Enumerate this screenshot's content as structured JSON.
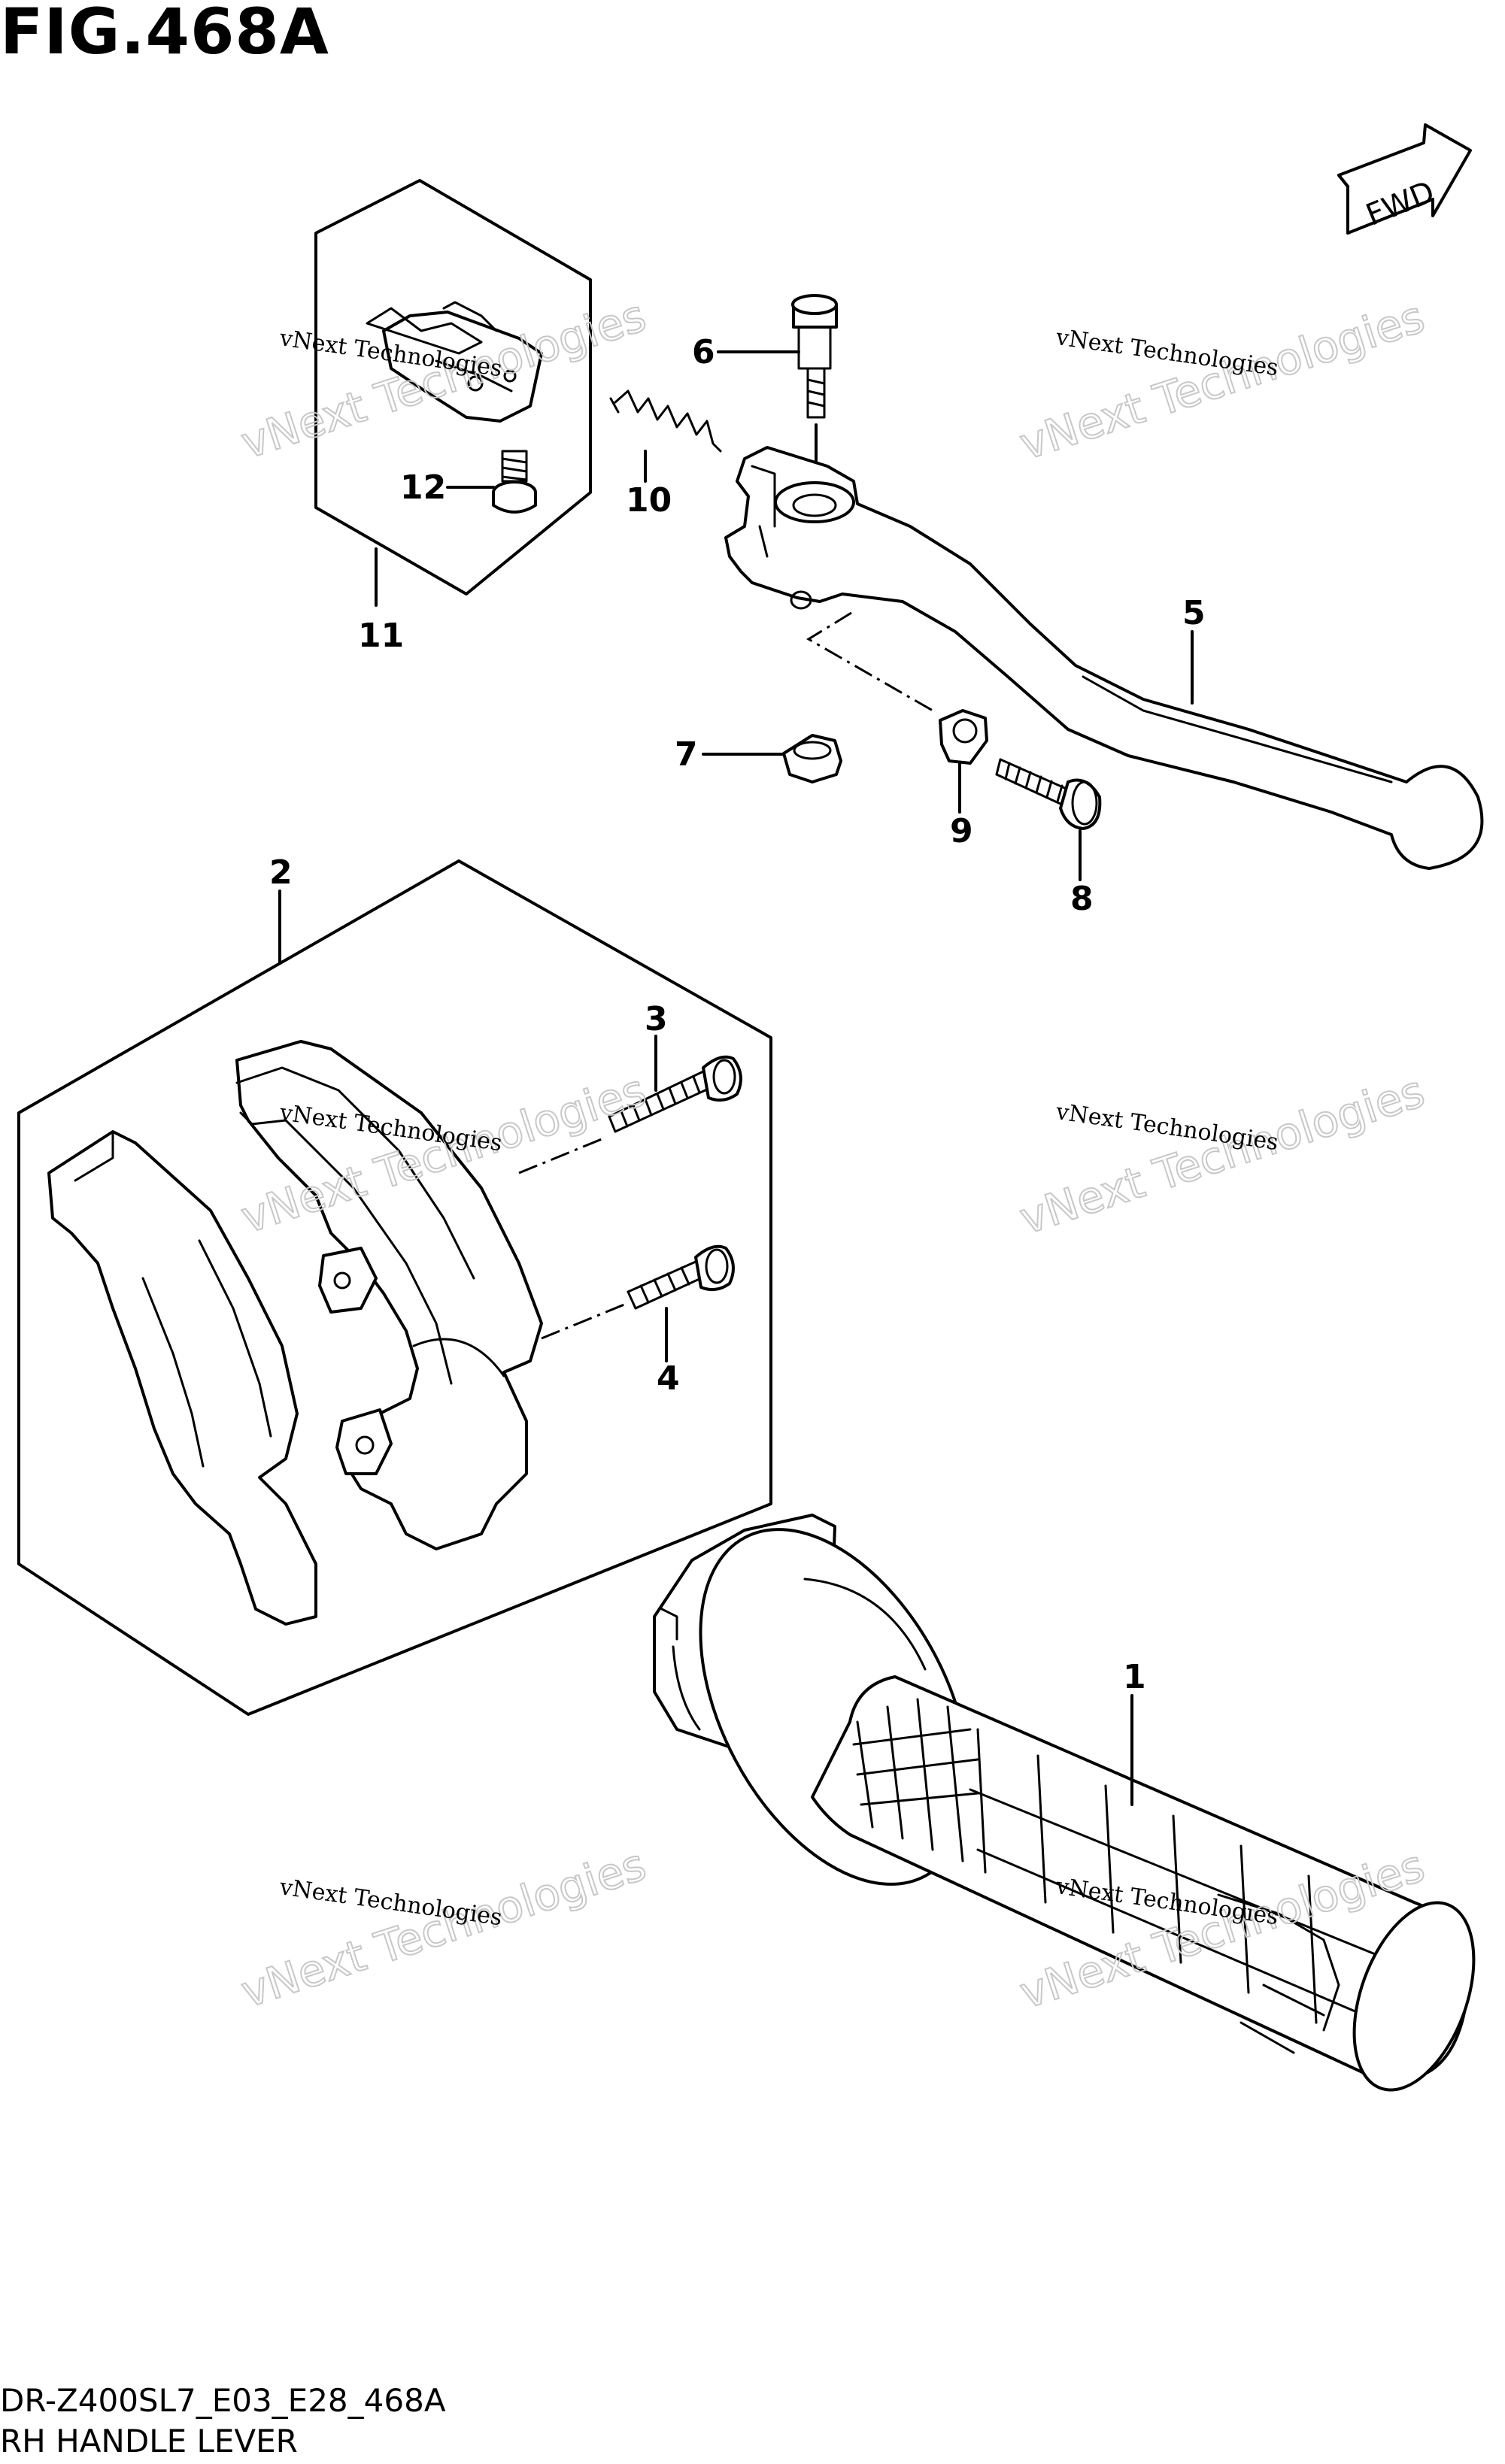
{
  "figure": {
    "title": "FIG.468A",
    "model_code": "DR-Z400SL7_E03_E28_468A",
    "caption": "RH HANDLE LEVER",
    "direction_arrow": "FWD"
  },
  "watermark": {
    "line1": "vNext Technologies",
    "line2": "vNext Technologies"
  },
  "callouts": [
    {
      "id": "callout-1",
      "label": "1"
    },
    {
      "id": "callout-2",
      "label": "2"
    },
    {
      "id": "callout-3",
      "label": "3"
    },
    {
      "id": "callout-4",
      "label": "4"
    },
    {
      "id": "callout-5",
      "label": "5"
    },
    {
      "id": "callout-6",
      "label": "6"
    },
    {
      "id": "callout-7",
      "label": "7"
    },
    {
      "id": "callout-8",
      "label": "8"
    },
    {
      "id": "callout-9",
      "label": "9"
    },
    {
      "id": "callout-10",
      "label": "10"
    },
    {
      "id": "callout-11",
      "label": "11"
    },
    {
      "id": "callout-12",
      "label": "12"
    }
  ]
}
